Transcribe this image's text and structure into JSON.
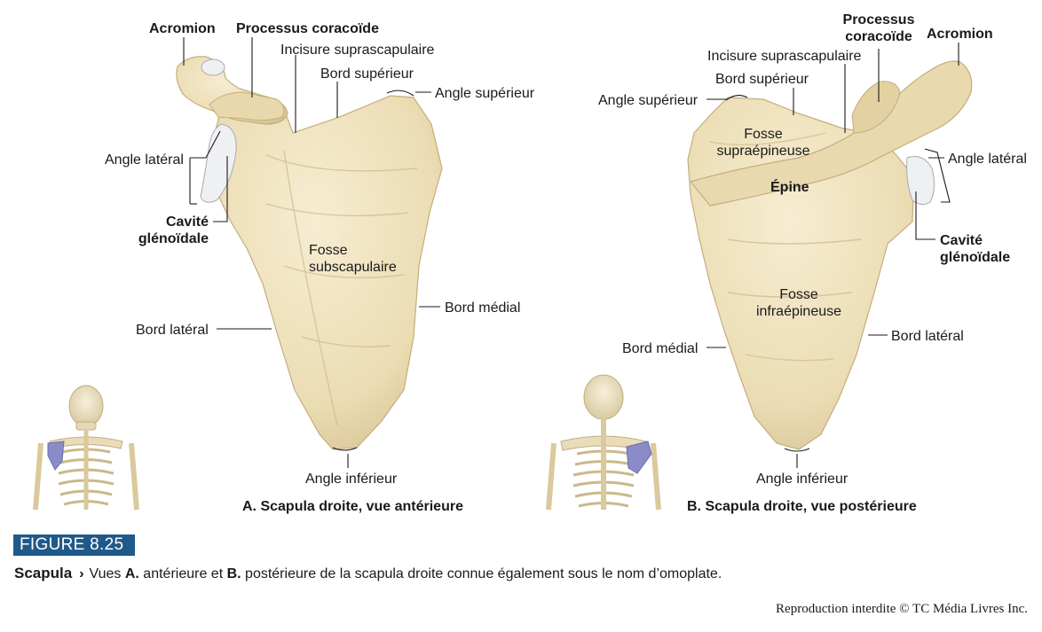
{
  "colors": {
    "bone": "#efe2bd",
    "bone_shadow": "#d8c597",
    "bone_line": "#c4ae7c",
    "cartilage": "#eef0f2",
    "highlight": "#8a8cc7",
    "figure_badge": "#1f5a8a"
  },
  "view_a": {
    "labels": {
      "acromion": "Acromion",
      "coracoid": "Processus coracoïde",
      "suprascap_notch": "Incisure suprascapulaire",
      "superior_border": "Bord supérieur",
      "superior_angle": "Angle  supérieur",
      "lateral_angle": "Angle latéral",
      "glenoid_1": "Cavité",
      "glenoid_2": "glénoïdale",
      "fossa_1": "Fosse",
      "fossa_2": "subscapulaire",
      "medial_border": "Bord médial",
      "lateral_border": "Bord latéral",
      "inferior_angle": "Angle inférieur"
    },
    "caption": "A. Scapula droite, vue antérieure"
  },
  "view_b": {
    "labels": {
      "coracoid_1": "Processus",
      "coracoid_2": "coracoïde",
      "acromion": "Acromion",
      "suprascap_notch": "Incisure suprascapulaire",
      "superior_border": "Bord supérieur",
      "superior_angle": "Angle supérieur",
      "supraspinous_1": "Fosse",
      "supraspinous_2": "supraépineuse",
      "spine": "Épine",
      "lateral_angle": "Angle latéral",
      "glenoid_1": "Cavité",
      "glenoid_2": "glénoïdale",
      "infraspinous_1": "Fosse",
      "infraspinous_2": "infraépineuse",
      "medial_border": "Bord médial",
      "lateral_border": "Bord latéral",
      "inferior_angle": "Angle inférieur"
    },
    "caption": "B. Scapula droite, vue postérieure"
  },
  "figure": {
    "badge": "FIGURE 8.25",
    "caption_title": "Scapula",
    "caption_arrow": "›",
    "caption_text_1": "Vues ",
    "caption_a": "A.",
    "caption_text_2": " antérieure et ",
    "caption_b": "B.",
    "caption_text_3": " postérieure de la scapula droite connue également sous le nom d’omoplate."
  },
  "copyright": "Reproduction interdite © TC Média Livres Inc."
}
